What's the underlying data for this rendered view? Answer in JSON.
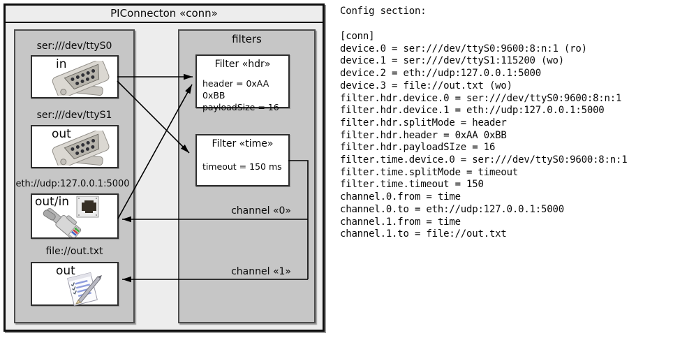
{
  "diagram": {
    "title": "PIConnecton «conn»",
    "devices": [
      {
        "label": "ser:///dev/ttyS0",
        "port": "in",
        "icon": "serial-db9-connector"
      },
      {
        "label": "ser:///dev/ttyS1",
        "port": "out",
        "icon": "serial-db9-connector"
      },
      {
        "label": "eth://udp:127.0.0.1:5000",
        "port": "out/in",
        "icon": "ethernet-rj45-connector"
      },
      {
        "label": "file://out.txt",
        "port": "out",
        "icon": "text-file-notepad"
      }
    ],
    "filters_title": "filters",
    "filters": [
      {
        "title": "Filter «hdr»",
        "attributes": [
          "header = 0xAA 0xBB",
          "payloadSize = 16"
        ]
      },
      {
        "title": "Filter «time»",
        "attributes": [
          "timeout = 150 ms"
        ]
      }
    ],
    "channels": [
      {
        "label": "channel «0»"
      },
      {
        "label": "channel «1»"
      }
    ]
  },
  "config": {
    "heading": "Config section:",
    "lines": [
      "[conn]",
      "device.0 = ser:///dev/ttyS0:9600:8:n:1 (ro)",
      "device.1 = ser:///dev/ttyS1:115200 (wo)",
      "device.2 = eth://udp:127.0.0.1:5000",
      "device.3 = file://out.txt (wo)",
      "filter.hdr.device.0 = ser:///dev/ttyS0:9600:8:n:1",
      "filter.hdr.device.1 = eth://udp:127.0.0.1:5000",
      "filter.hdr.splitMode = header",
      "filter.hdr.header = 0xAA 0xBB",
      "filter.hdr.payloadSIze = 16",
      "filter.time.device.0 = ser:///dev/ttyS0:9600:8:n:1",
      "filter.time.splitMode = timeout",
      "filter.time.timeout = 150",
      "channel.0.from = time",
      "channel.0.to = eth://udp:127.0.0.1:5000",
      "channel.1.from = time",
      "channel.1.to = file://out.txt"
    ]
  },
  "colors": {
    "outer_fill": "#ededed",
    "container_fill": "#c6c6c6",
    "box_fill": "#ffffff",
    "line": "#000000"
  }
}
